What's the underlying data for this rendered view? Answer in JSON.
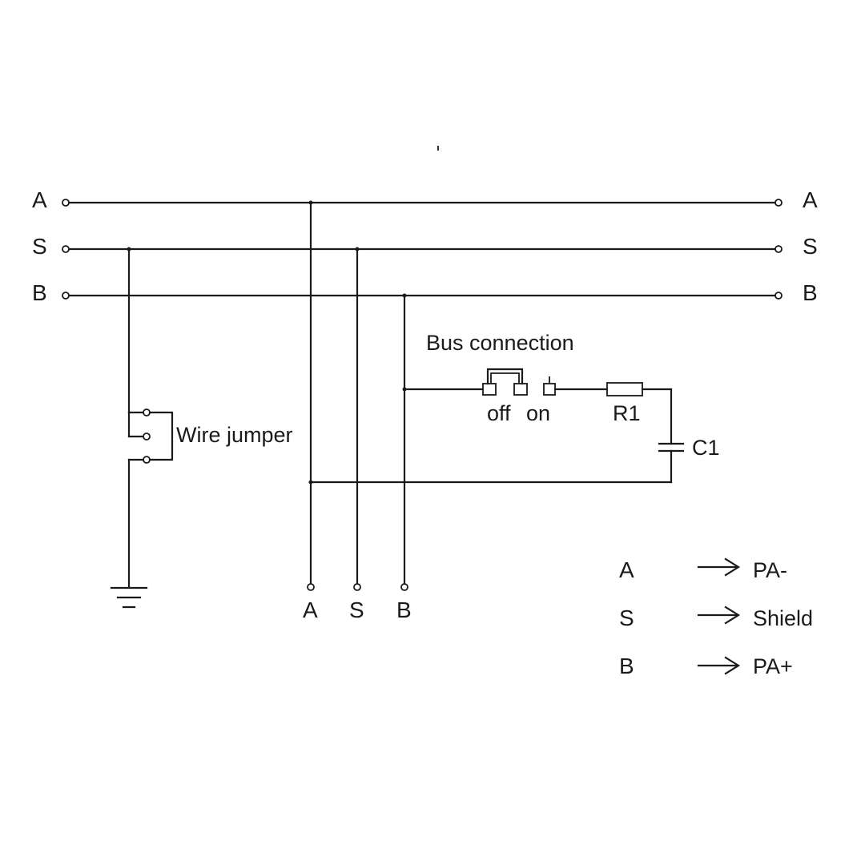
{
  "bus_lines": {
    "left_labels": [
      "A",
      "S",
      "B"
    ],
    "right_labels": [
      "A",
      "S",
      "B"
    ]
  },
  "bottom_terminals": [
    "A",
    "S",
    "B"
  ],
  "components": {
    "bus_connection_label": "Bus connection",
    "switch_off_label": "off",
    "switch_on_label": "on",
    "resistor_label": "R1",
    "capacitor_label": "C1",
    "wire_jumper_label": "Wire jumper"
  },
  "legend": [
    {
      "key": "A",
      "value": "PA-"
    },
    {
      "key": "S",
      "value": "Shield"
    },
    {
      "key": "B",
      "value": "PA+"
    }
  ]
}
